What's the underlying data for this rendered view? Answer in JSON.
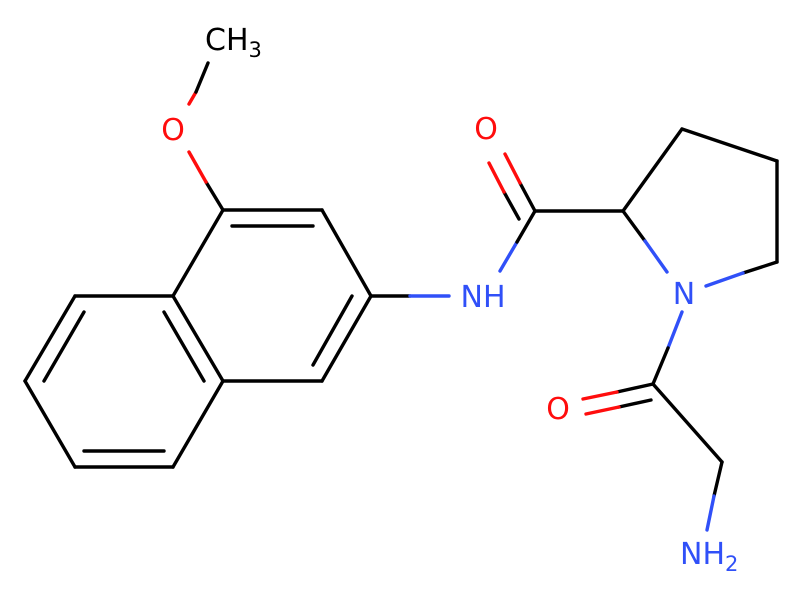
{
  "molecule": {
    "colors": {
      "carbon": "#000000",
      "oxygen": "#ff0d0d",
      "nitrogen": "#3050f8",
      "background": "#ffffff"
    },
    "atoms": {
      "methyl": {
        "main": "CH",
        "sub": "3"
      },
      "methoxy_oxygen": "O",
      "amide_nh": "NH",
      "amide_oxygen": "O",
      "ring_nitrogen": "N",
      "acyl_oxygen": "O",
      "amine": {
        "main": "NH",
        "sub": "2"
      }
    }
  }
}
